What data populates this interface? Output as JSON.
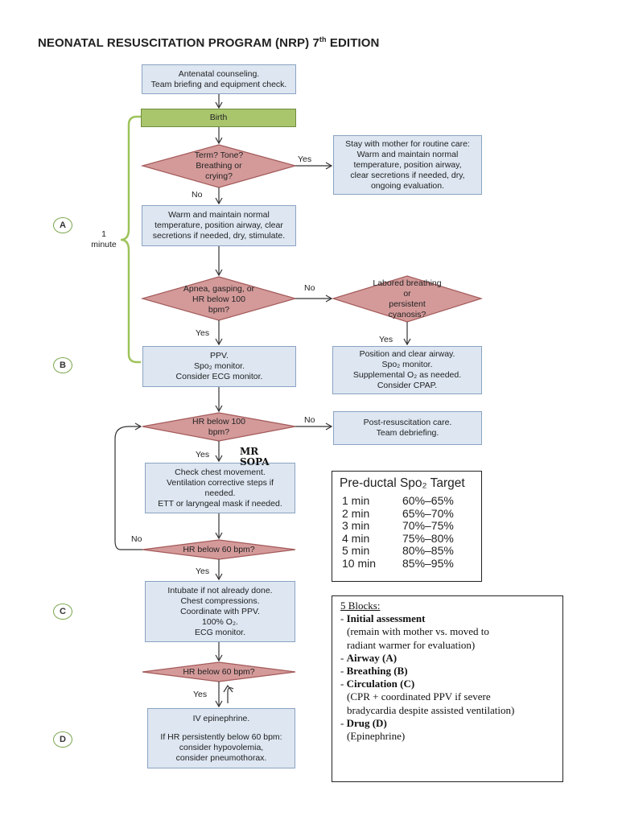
{
  "title": {
    "main": "NEONATAL RESUSCITATION PROGRAM (NRP) 7",
    "sup": "th",
    "rest": " EDITION"
  },
  "boxes": {
    "antenatal": [
      "Antenatal counseling.",
      "Team briefing and equipment check."
    ],
    "birth": [
      "Birth"
    ],
    "routine": [
      "Stay with mother for routine care:",
      "Warm and maintain normal",
      "temperature, position airway,",
      "clear secretions if needed, dry,",
      "ongoing evaluation."
    ],
    "warm": [
      "Warm and maintain normal",
      "temperature, position airway, clear",
      "secretions if needed, dry, stimulate."
    ],
    "ppv": [
      "PPV.",
      "Spo₂ monitor.",
      "Consider ECG monitor."
    ],
    "position": [
      "Position and clear airway.",
      "Spo₂ monitor.",
      "Supplemental O₂ as needed.",
      "Consider CPAP."
    ],
    "post": [
      "Post-resuscitation care.",
      "Team debriefing."
    ],
    "chest": [
      "Check chest movement.",
      "Ventilation corrective steps if",
      "needed.",
      "ETT or laryngeal mask if needed."
    ],
    "intubate": [
      "Intubate if not already done.",
      "Chest compressions.",
      "Coordinate with PPV.",
      "100% O₂.",
      "ECG monitor."
    ],
    "epi": [
      "IV epinephrine.",
      "",
      "If HR persistently below 60 bpm:",
      "consider hypovolemia,",
      "consider pneumothorax."
    ]
  },
  "decisions": {
    "term": [
      "Term? Tone?",
      "Breathing or",
      "crying?"
    ],
    "apnea": [
      "Apnea, gasping, or",
      "HR below 100",
      "bpm?"
    ],
    "labored": [
      "Labored breathing",
      "or",
      "persistent",
      "cyanosis?"
    ],
    "hr100": [
      "HR below 100",
      "bpm?"
    ],
    "hr60a": [
      "HR below 60 bpm?"
    ],
    "hr60b": [
      "HR below 60 bpm?"
    ]
  },
  "labels": {
    "yes": "Yes",
    "no": "No",
    "minute": [
      "1",
      "minute"
    ],
    "mrsopa": [
      "MR",
      "SOPA"
    ]
  },
  "circles": [
    "A",
    "B",
    "C",
    "D"
  ],
  "spo2_table": {
    "title": "Pre-ductal Spo₂ Target",
    "rows": [
      {
        "time": "1 min",
        "range": "60%–65%"
      },
      {
        "time": "2 min",
        "range": "65%–70%"
      },
      {
        "time": "3 min",
        "range": "70%–75%"
      },
      {
        "time": "4 min",
        "range": "75%–80%"
      },
      {
        "time": "5 min",
        "range": "80%–85%"
      },
      {
        "time": "10 min",
        "range": "85%–95%"
      }
    ]
  },
  "blocks_note": {
    "heading": "5 Blocks:",
    "items": [
      {
        "label": "Initial assessment",
        "detail": [
          "(remain with mother vs. moved to",
          "radiant warmer for evaluation)"
        ]
      },
      {
        "label": "Airway (A)",
        "detail": []
      },
      {
        "label": "Breathing (B)",
        "detail": []
      },
      {
        "label": "Circulation (C)",
        "detail": [
          "(CPR + coordinated PPV if severe",
          "bradycardia despite assisted ventilation)"
        ]
      },
      {
        "label": "Drug (D)",
        "detail": [
          "(Epinephrine)"
        ]
      }
    ],
    "prefix": "- "
  },
  "colors": {
    "box_fill": "#dde6f1",
    "box_border": "#8aa3c2",
    "birth_fill": "#a9c66d",
    "decision_fill": "#d49a9a",
    "decision_border": "#a45a5a",
    "bracket": "#9ec35a",
    "circle_border": "#7aa64c"
  }
}
